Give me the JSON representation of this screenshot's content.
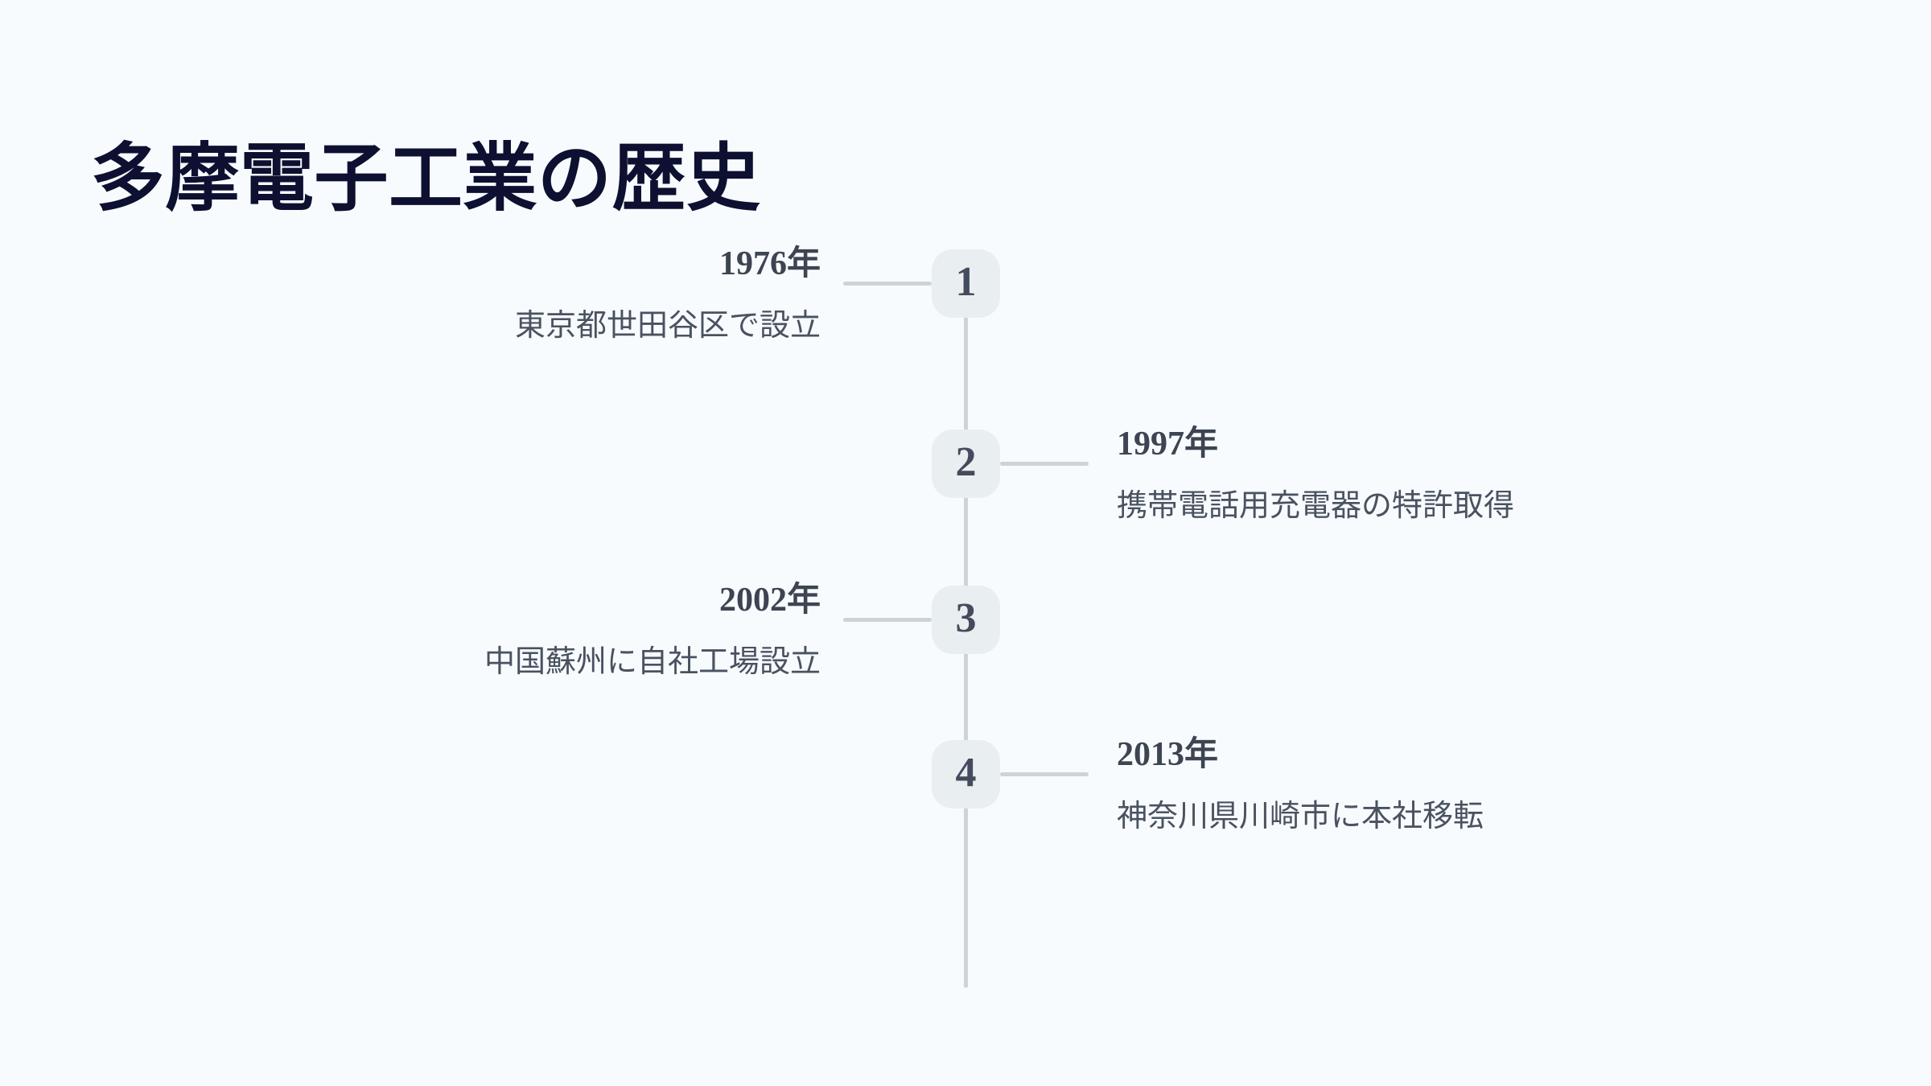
{
  "page": {
    "title": "多摩電子工業の歴史",
    "background_color": "#f7fbfd",
    "title_color": "#0d1030",
    "accent_line_color": "#ccd4d8",
    "badge_background_color": "#e9eef0",
    "badge_text_color": "#434b5c",
    "year_text_color": "#3d4452",
    "description_text_color": "#4a5261"
  },
  "timeline": {
    "orientation": "vertical",
    "alternating": true,
    "items": [
      {
        "number": "1",
        "year": "1976年",
        "description": "東京都世田谷区で設立",
        "side": "left"
      },
      {
        "number": "2",
        "year": "1997年",
        "description": "携帯電話用充電器の特許取得",
        "side": "right"
      },
      {
        "number": "3",
        "year": "2002年",
        "description": "中国蘇州に自社工場設立",
        "side": "left"
      },
      {
        "number": "4",
        "year": "2013年",
        "description": "神奈川県川崎市に本社移転",
        "side": "right"
      }
    ]
  }
}
